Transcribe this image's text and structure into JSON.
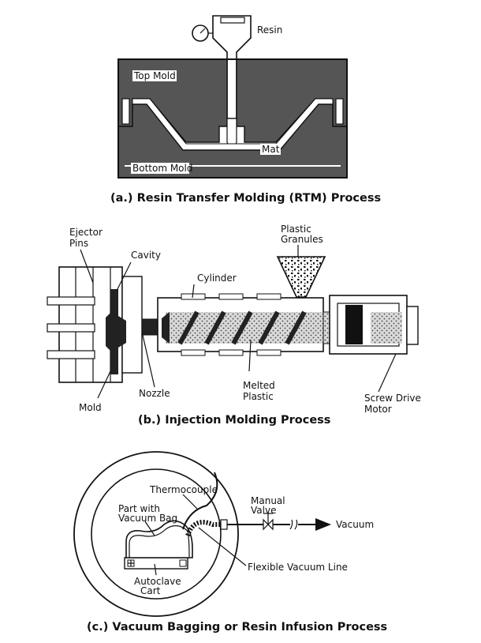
{
  "rtm": {
    "caption": "(a.) Resin Transfer Molding (RTM) Process",
    "label_resin": "Resin",
    "label_top_mold": "Top Mold",
    "label_mat": "Mat",
    "label_bottom_mold": "Bottom Mold"
  },
  "injection": {
    "caption": "(b.) Injection Molding Process",
    "label_ejector_pins": [
      "Ejector",
      "Pins"
    ],
    "label_cavity": "Cavity",
    "label_cylinder": "Cylinder",
    "label_plastic_granules": [
      "Plastic",
      "Granules"
    ],
    "label_mold": "Mold",
    "label_nozzle": "Nozzle",
    "label_melted_plastic": [
      "Melted",
      "Plastic"
    ],
    "label_screw_drive_motor": [
      "Screw Drive",
      "Motor"
    ]
  },
  "vacuum": {
    "caption": "(c.) Vacuum Bagging or Resin Infusion Process",
    "label_thermocouple": "Thermocouple",
    "label_part_with_bag": [
      "Part with",
      "Vacuum Bag"
    ],
    "label_autoclave_cart": [
      "Autoclave",
      "Cart"
    ],
    "label_manual_valve": [
      "Manual",
      "Valve"
    ],
    "label_vacuum": "Vacuum",
    "label_flexible_vacuum_line": "Flexible Vacuum Line"
  }
}
